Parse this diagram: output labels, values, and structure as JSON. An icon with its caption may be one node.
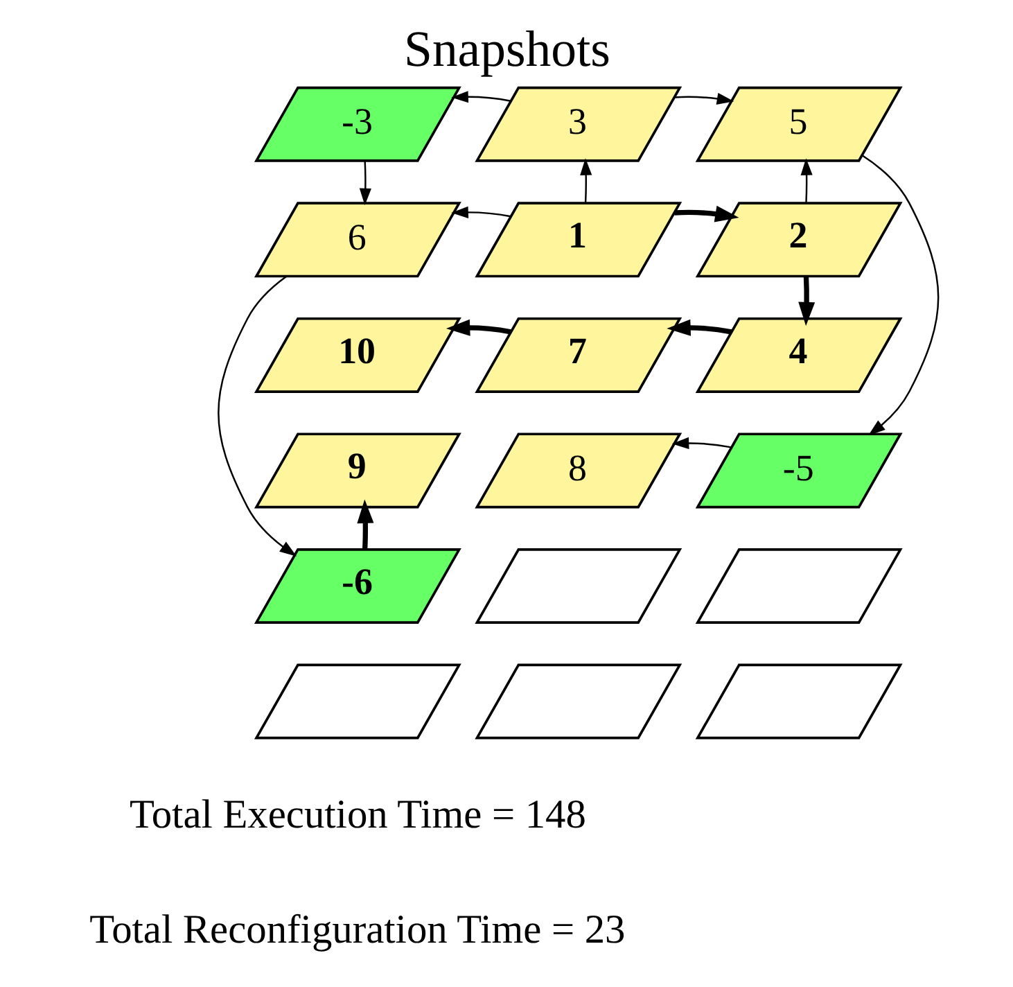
{
  "diagram": {
    "title": "Snapshots",
    "nodes": [
      {
        "text": [
          "-3"
        ]
      },
      {
        "text": [
          "3"
        ]
      },
      {
        "text": [
          "5"
        ]
      },
      {
        "text": [
          "6"
        ]
      },
      {
        "text": [
          "1"
        ]
      },
      {
        "text": [
          "2"
        ]
      },
      {
        "text": [
          "10"
        ]
      },
      {
        "text": [
          "7"
        ]
      },
      {
        "text": [
          "4"
        ]
      },
      {
        "text": [
          "9"
        ]
      },
      {
        "text": [
          "8"
        ]
      },
      {
        "text": [
          "-5"
        ]
      },
      {
        "text": [
          "-6"
        ]
      },
      {
        "text": [],
        "shape": "parallelogram"
      },
      {
        "text": [],
        "shape": "parallelogram"
      },
      {
        "text": [],
        "shape": "parallelogram"
      },
      {
        "text": [],
        "shape": "parallelogram"
      },
      {
        "text": [],
        "shape": "parallelogram"
      }
    ],
    "edges": [
      {
        "from": 1,
        "to": 0,
        "arrow": "to"
      },
      {
        "from": 1,
        "to": 2,
        "arrow": "to"
      },
      {
        "from": 0,
        "to": 3,
        "arrow": "to"
      },
      {
        "from": 4,
        "to": 1,
        "arrow": "to"
      },
      {
        "from": 5,
        "to": 2,
        "arrow": "to"
      },
      {
        "from": 4,
        "to": 3,
        "arrow": "to"
      },
      {
        "from": 4,
        "to": 5,
        "arrow": "to",
        "style": "thick"
      },
      {
        "from": 5,
        "to": 8,
        "arrow": "to",
        "style": "thick"
      },
      {
        "from": 8,
        "to": 7,
        "arrow": "to",
        "style": "thick"
      },
      {
        "from": 7,
        "to": 6,
        "arrow": "to",
        "style": "thick"
      },
      {
        "from": 2,
        "to": 11,
        "arrow": "to"
      },
      {
        "from": 3,
        "to": 12,
        "arrow": "to"
      },
      {
        "from": 11,
        "to": 10,
        "arrow": "to"
      },
      {
        "from": 12,
        "to": 9,
        "arrow": "to",
        "style": "thick"
      }
    ],
    "labels": [
      "Total Execution Time = 148",
      "Total Reconfiguration Time = 23"
    ]
  }
}
